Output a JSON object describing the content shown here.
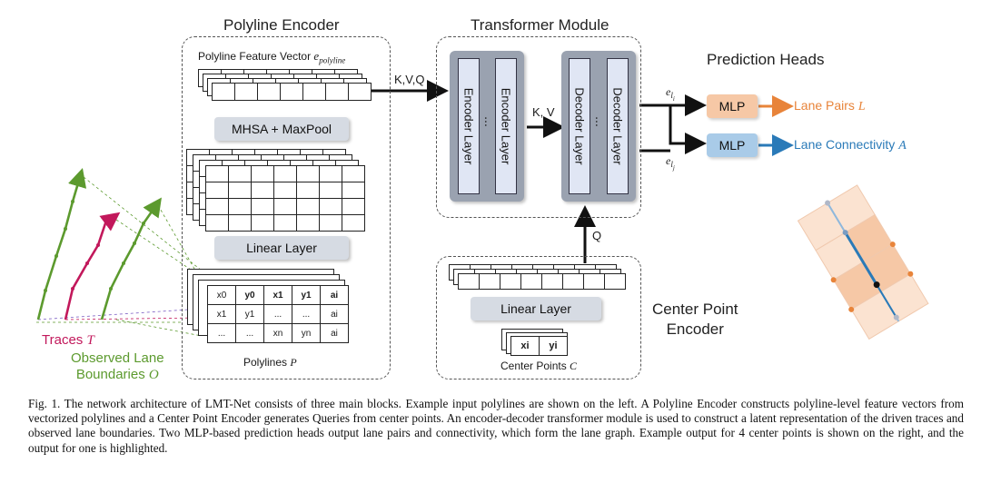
{
  "titles": {
    "polyline_encoder": "Polyline Encoder",
    "transformer_module": "Transformer Module",
    "prediction_heads": "Prediction Heads",
    "center_point_encoder_line1": "Center Point",
    "center_point_encoder_line2": "Encoder"
  },
  "polyline_encoder": {
    "feature_vector_label": "Polyline Feature Vector",
    "feature_vector_math": "e",
    "feature_vector_sub": "polyline",
    "mhsa_label": "MHSA + MaxPool",
    "linear_label": "Linear Layer",
    "polylines_label": "Polylines",
    "polylines_math": "P",
    "table_rows": [
      [
        "x0",
        "y0",
        "x1",
        "y1",
        "ai"
      ],
      [
        "x1",
        "y1",
        "...",
        "...",
        "ai"
      ],
      [
        "...",
        "...",
        "xn",
        "yn",
        "ai"
      ]
    ]
  },
  "transformer": {
    "kvq_label": "K,V,Q",
    "kv_label": "K, V",
    "q_label": "Q",
    "encoder_layer": "Encoder Layer",
    "decoder_layer": "Decoder Layer",
    "dots": "...",
    "eli": "e",
    "eli_sub": "l",
    "eli_subsub": "i",
    "elj": "e",
    "elj_sub": "l",
    "elj_subsub": "j"
  },
  "heads": {
    "mlp1": "MLP",
    "mlp2": "MLP",
    "out1": "Lane Pairs",
    "out1_math": "L",
    "out2": "Lane Connectivity",
    "out2_math": "A"
  },
  "center_point": {
    "linear_label": "Linear Layer",
    "xi": "xi",
    "yi": "yi",
    "points_label": "Center Points",
    "points_math": "C"
  },
  "inputs": {
    "traces_label": "Traces",
    "traces_math": "T",
    "observed_line1": "Observed Lane",
    "observed_line2": "Boundaries",
    "observed_math": "O"
  },
  "caption": "Fig. 1.   The network architecture of LMT-Net consists of three main blocks. Example input polylines are shown on the left. A Polyline Encoder constructs polyline-level feature vectors from vectorized polylines and a Center Point Encoder generates Queries from center points. An encoder-decoder transformer module is used to construct a latent representation of the driven traces and observed lane boundaries. Two MLP-based prediction heads output lane pairs and connectivity, which form the lane graph. Example output for 4 center points is shown on the right, and the output for one is highlighted.",
  "colors": {
    "trace": "#c2185b",
    "boundary": "#5c9a2e",
    "orange": "#e8843a",
    "blue": "#2a7ab8",
    "mlp1_fill": "#f6c8a6",
    "mlp2_fill": "#a9cbe8",
    "layer_fill": "#e0e6f4",
    "tile_fill": "#9aa2b0"
  }
}
